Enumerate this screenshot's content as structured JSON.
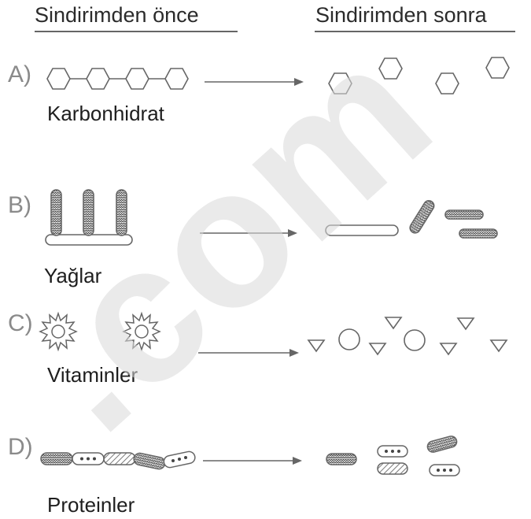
{
  "headers": {
    "before": "Sindirimden önce",
    "after": "Sindirimden sonra"
  },
  "rows": [
    {
      "letter": "A)",
      "label": "Karbonhidrat"
    },
    {
      "letter": "B)",
      "label": "Yağlar"
    },
    {
      "letter": "C)",
      "label": "Vitaminler"
    },
    {
      "letter": "D)",
      "label": "Proteinler"
    }
  ],
  "watermark": {
    "text": ".com",
    "color": "#d9d9d9"
  },
  "colors": {
    "line": "#666666",
    "text": "#1e1e1e",
    "letter": "#8a8a8a"
  }
}
